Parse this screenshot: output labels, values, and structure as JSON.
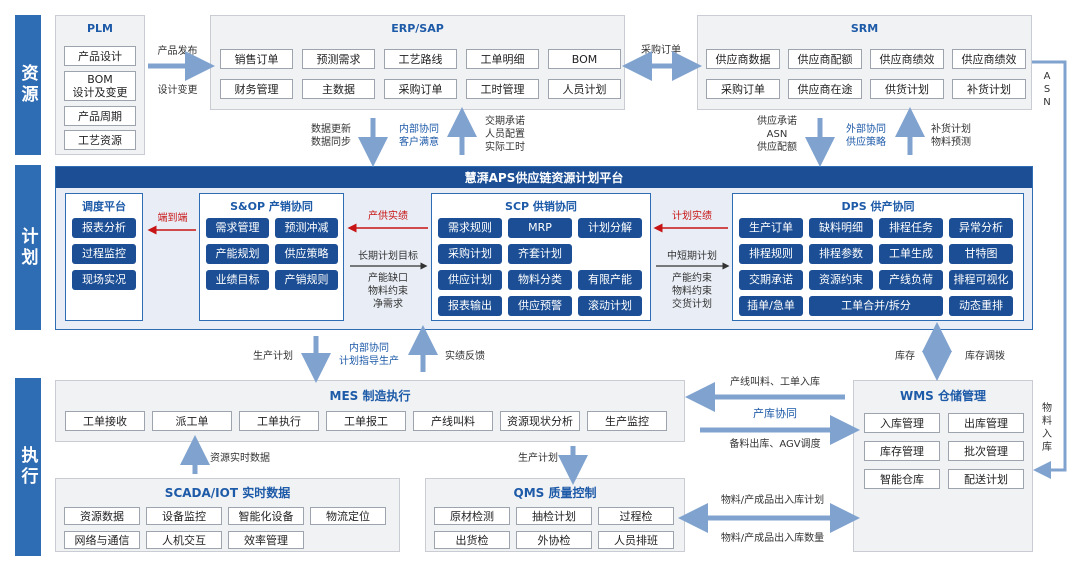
{
  "side": {
    "resource": "资源",
    "plan": "计划",
    "execute": "执行"
  },
  "plm": {
    "title": "PLM",
    "items": [
      "产品设计",
      "BOM\n设计及变更",
      "产品周期",
      "工艺资源"
    ]
  },
  "erp": {
    "title": "ERP/SAP",
    "items": [
      "销售订单",
      "预测需求",
      "工艺路线",
      "工单明细",
      "BOM",
      "财务管理",
      "主数据",
      "采购订单",
      "工时管理",
      "人员计划"
    ]
  },
  "srm": {
    "title": "SRM",
    "items": [
      "供应商数据",
      "供应商配额",
      "供应商绩效",
      "供应商绩效",
      "采购订单",
      "供应商在途",
      "供货计划",
      "补货计划"
    ]
  },
  "labels": {
    "plm_erp_top": "产品发布",
    "plm_erp_bottom": "设计变更",
    "erp_srm": "采购订单",
    "asn_vertical": "A\nS\nN",
    "erp_down_left": "数据更新\n数据同步",
    "erp_mid": "内部协同\n客户满意",
    "erp_up_right": "交期承诺\n人员配置\n实际工时",
    "srm_down_left": "供应承诺\nASN\n供应配额",
    "srm_mid": "外部协同\n供应策略",
    "srm_up_right": "补货计划\n物料预测",
    "wms_right_vertical": "物\n料\n入\n库"
  },
  "platform": {
    "title": "慧湃APS供应链资源计划平台"
  },
  "dispatch": {
    "title": "调度平台",
    "items": [
      "报表分析",
      "过程监控",
      "现场实况"
    ]
  },
  "sop": {
    "title": "S&OP 产销协同",
    "items": [
      "需求管理",
      "预测冲减",
      "产能规划",
      "供应策略",
      "业绩目标",
      "产销规则"
    ]
  },
  "scp": {
    "title": "SCP 供销协同",
    "items": [
      "需求规则",
      "MRP",
      "计划分解",
      "采购计划",
      "齐套计划",
      "供应计划",
      "物料分类",
      "有限产能",
      "报表输出",
      "供应预警",
      "滚动计划"
    ]
  },
  "dps": {
    "title": "DPS 供产协同",
    "items": [
      "生产订单",
      "缺料明细",
      "排程任务",
      "异常分析",
      "排程规则",
      "排程参数",
      "工单生成",
      "甘特图",
      "交期承诺",
      "资源约束",
      "产线负荷",
      "排程可视化",
      "插单/急单",
      "工单合并/拆分",
      "动态重排"
    ]
  },
  "plan_labels": {
    "end_to_end": "端到端",
    "sop_scp_top": "产供实绩",
    "sop_scp_mid": "长期计划目标",
    "sop_scp_bottom": "产能缺口\n物料约束\n净需求",
    "scp_dps_top": "计划实绩",
    "scp_dps_mid": "中短期计划",
    "scp_dps_bottom": "产能约束\n物料约束\n交货计划"
  },
  "exec_labels": {
    "plat_mes_left": "生产计划",
    "plat_mes_mid": "内部协同\n计划指导生产",
    "plat_mes_right": "实绩反馈",
    "wms_left": "库存",
    "wms_right": "库存调拨",
    "mes_wms_top": "产线叫料、工单入库",
    "mes_wms_mid": "产库协同",
    "mes_wms_bottom": "备料出库、AGV调度",
    "scada_up": "资源实时数据",
    "qms_down": "生产计划",
    "qms_wms_top": "物料/产成品出入库计划",
    "qms_wms_bottom": "物料/产成品出入库数量"
  },
  "mes": {
    "title": "MES 制造执行",
    "items": [
      "工单接收",
      "派工单",
      "工单执行",
      "工单报工",
      "产线叫料",
      "资源现状分析",
      "生产监控"
    ]
  },
  "wms": {
    "title": "WMS 仓储管理",
    "items": [
      "入库管理",
      "出库管理",
      "库存管理",
      "批次管理",
      "智能仓库",
      "配送计划"
    ]
  },
  "scada": {
    "title": "SCADA/IOT  实时数据",
    "items": [
      "资源数据",
      "设备监控",
      "智能化设备",
      "物流定位",
      "网络与通信",
      "人机交互",
      "效率管理"
    ]
  },
  "qms": {
    "title": "QMS 质量控制",
    "items": [
      "原材检测",
      "抽检计划",
      "过程检",
      "出货检",
      "外协检",
      "人员排班"
    ]
  }
}
